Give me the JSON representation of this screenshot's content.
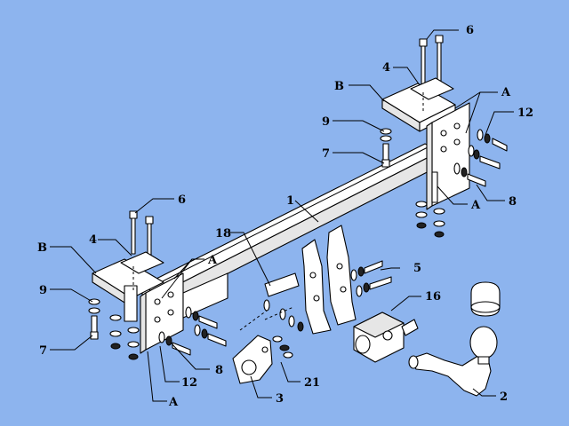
{
  "diagram": {
    "background_color": "#8db4ee",
    "callouts": {
      "c1": "1",
      "c2": "2",
      "c3": "3",
      "c4_top": "4",
      "c4_left": "4",
      "c5": "5",
      "c6_top": "6",
      "c6_left": "6",
      "c7_top": "7",
      "c7_left": "7",
      "c8_right": "8",
      "c8_bottom": "8",
      "c9_top": "9",
      "c9_left": "9",
      "c12_right": "12",
      "c12_bottom": "12",
      "c16": "16",
      "c18": "18",
      "c21": "21",
      "cA_top_right": "A",
      "cA_right": "A",
      "cA_left": "A",
      "cA_bottom": "A",
      "cB_top": "B",
      "cB_left": "B"
    }
  }
}
